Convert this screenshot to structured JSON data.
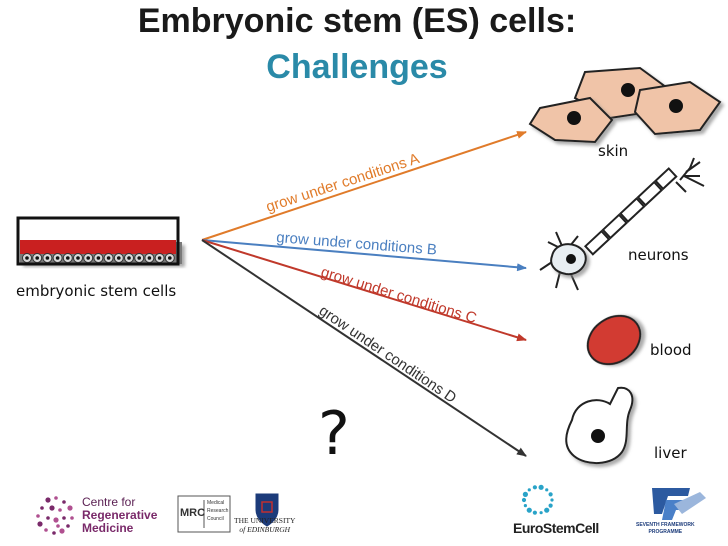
{
  "title": {
    "line1": "Embryonic stem (ES) cells:",
    "line2": "Challenges"
  },
  "source": {
    "label": "embryonic stem cells"
  },
  "arrows": [
    {
      "label": "grow under conditions A",
      "color": "#e07b2a"
    },
    {
      "label": "grow under conditions B",
      "color": "#4a7fc0"
    },
    {
      "label": "grow under conditions C",
      "color": "#c0392b"
    },
    {
      "label": "grow under conditions D",
      "color": "#333333"
    }
  ],
  "targets": {
    "skin": "skin",
    "neurons": "neurons",
    "blood": "blood",
    "liver": "liver"
  },
  "question_mark": "?",
  "logos": {
    "crm_line1": "Centre for",
    "crm_line2": "Regenerative",
    "crm_line3": "Medicine",
    "mrc": "MRC",
    "mrc_sub1": "Medical",
    "mrc_sub2": "Research",
    "mrc_sub3": "Council",
    "edinburgh_line1": "THE UNIVERSITY",
    "edinburgh_line2": "of EDINBURGH",
    "eurostemcell": "EuroStemCell",
    "fp7_line1": "SEVENTH FRAMEWORK",
    "fp7_line2": "PROGRAMME"
  },
  "colors": {
    "title_accent": "#2a8aa8",
    "blood": "#d23a33",
    "crm_purple": "#7a2a6a"
  }
}
